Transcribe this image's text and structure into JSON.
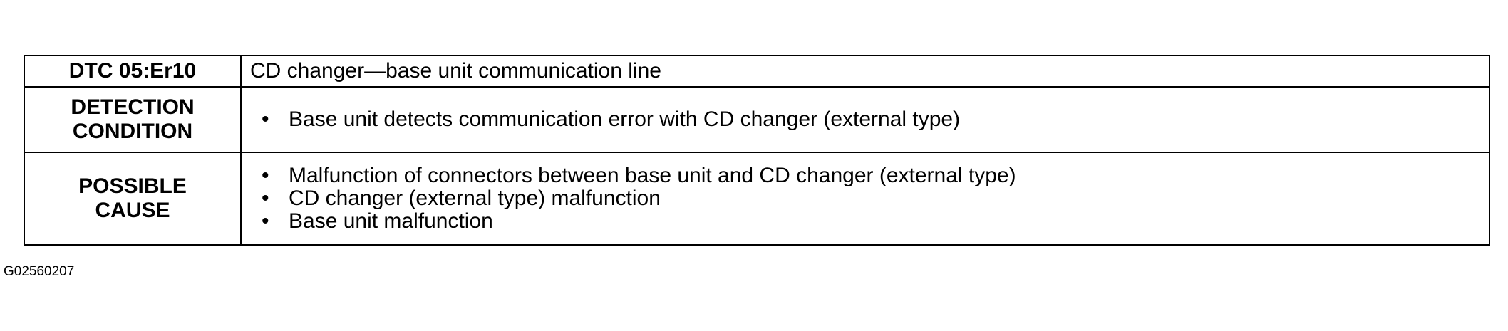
{
  "table": {
    "rows": [
      {
        "label_lines": [
          "DTC 05:Er10"
        ],
        "value": "CD changer—base unit communication line"
      },
      {
        "label_lines": [
          "DETECTION",
          "CONDITION"
        ],
        "bullets": [
          "Base unit detects communication error with CD changer (external type)"
        ]
      },
      {
        "label_lines": [
          "POSSIBLE",
          "CAUSE"
        ],
        "bullets": [
          "Malfunction of connectors between base unit and CD changer (external type)",
          "CD changer (external type) malfunction",
          "Base unit malfunction"
        ]
      }
    ],
    "bullet_symbol": "•"
  },
  "figure_id": "G02560207"
}
